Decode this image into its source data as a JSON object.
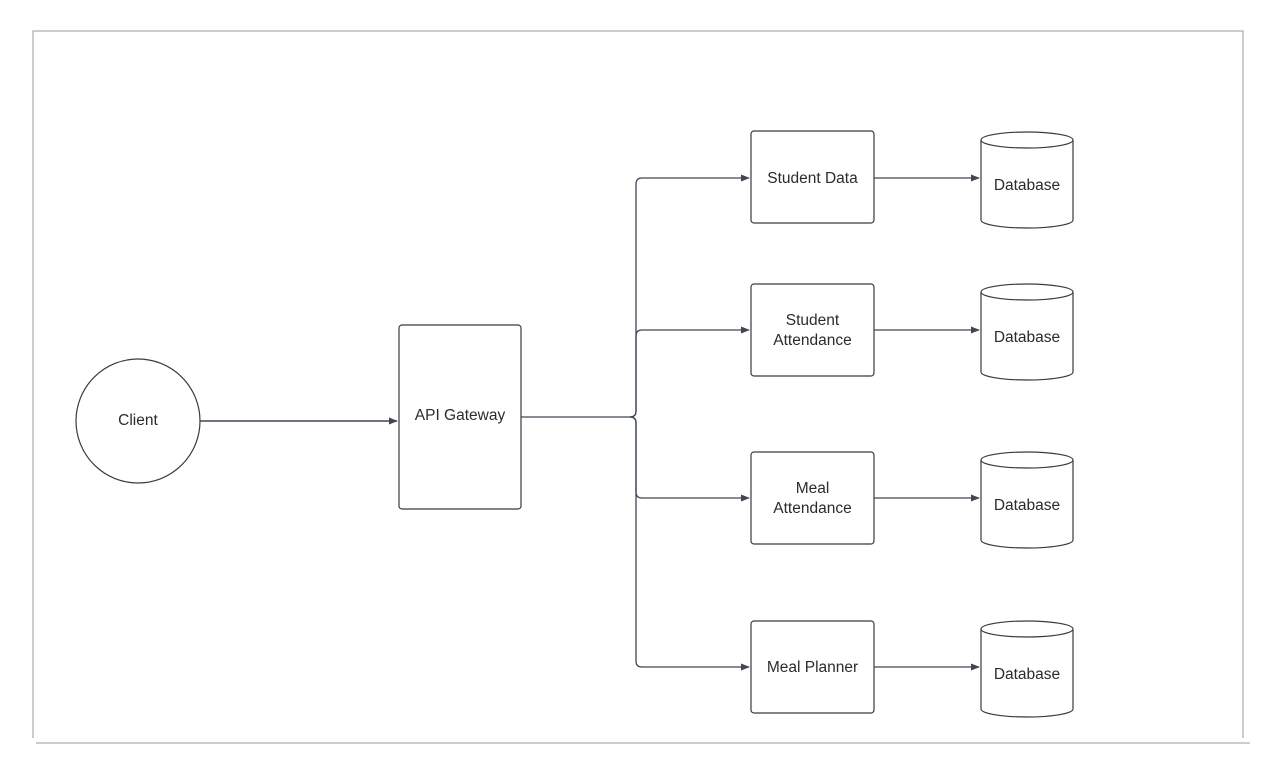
{
  "diagram": {
    "client": "Client",
    "gateway": "API Gateway",
    "services": [
      {
        "lines": [
          "Student Data"
        ],
        "database": "Database"
      },
      {
        "lines": [
          "Student",
          "Attendance"
        ],
        "database": "Database"
      },
      {
        "lines": [
          "Meal",
          "Attendance"
        ],
        "database": "Database"
      },
      {
        "lines": [
          "Meal Planner"
        ],
        "database": "Database"
      }
    ]
  }
}
